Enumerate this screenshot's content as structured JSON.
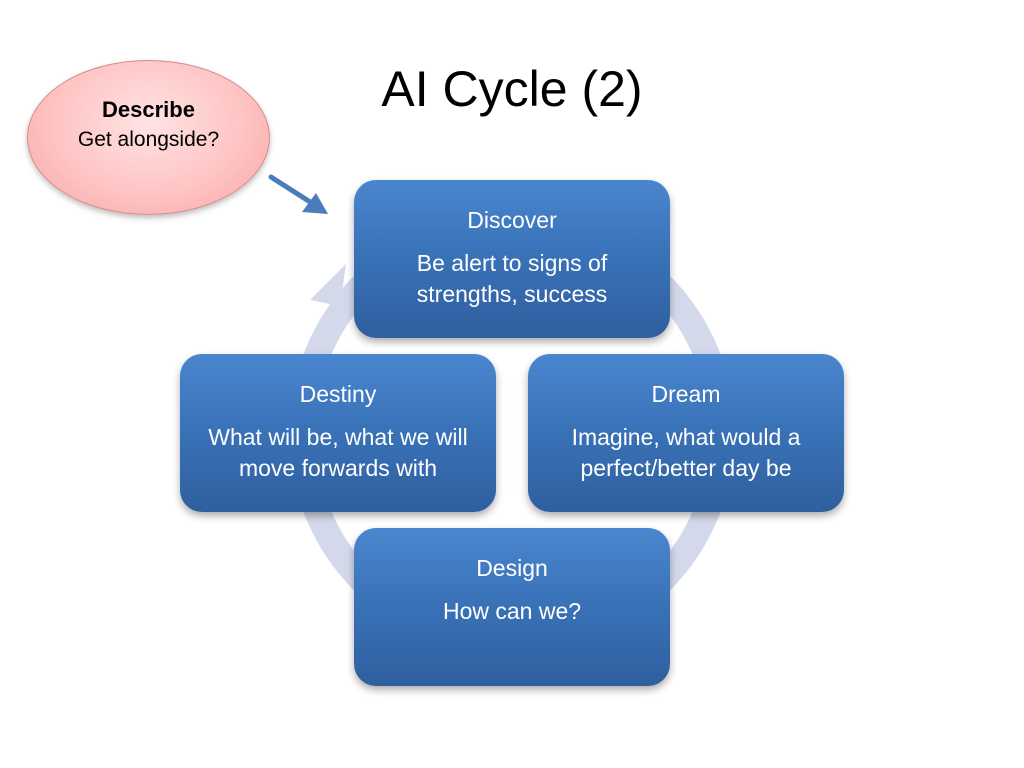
{
  "slide": {
    "title": "AI Cycle (2)"
  },
  "callout": {
    "heading": "Describe",
    "text": "Get alongside?"
  },
  "cycle": {
    "discover": {
      "title": "Discover",
      "description": "Be alert to signs of strengths, success"
    },
    "dream": {
      "title": "Dream",
      "description": "Imagine, what would a perfect/better day be"
    },
    "design": {
      "title": "Design",
      "description": "How can we?"
    },
    "destiny": {
      "title": "Destiny",
      "description": "What will be, what we will move forwards with"
    }
  },
  "colors": {
    "box": "#3a73b9",
    "ring": "#d3d9ea",
    "callout": "#ffc4c4",
    "arrow": "#4a7ebb"
  }
}
